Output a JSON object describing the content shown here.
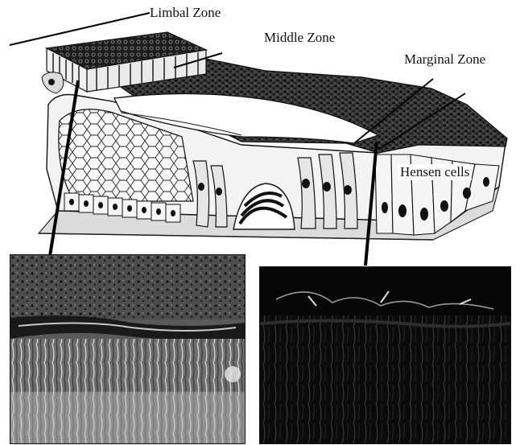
{
  "labels": {
    "limbal": "Limbal Zone",
    "middle": "Middle Zone",
    "marginal": "Marginal Zone",
    "hensen": "Hensen cells"
  },
  "colors": {
    "background": "#ffffff",
    "ink": "#111111",
    "membrane_texture": "#2b2b2b",
    "cell_fill": "#f4f4f4",
    "micrograph_dark": "#0a0a0a",
    "micrograph_light": "#cfcfcf"
  }
}
